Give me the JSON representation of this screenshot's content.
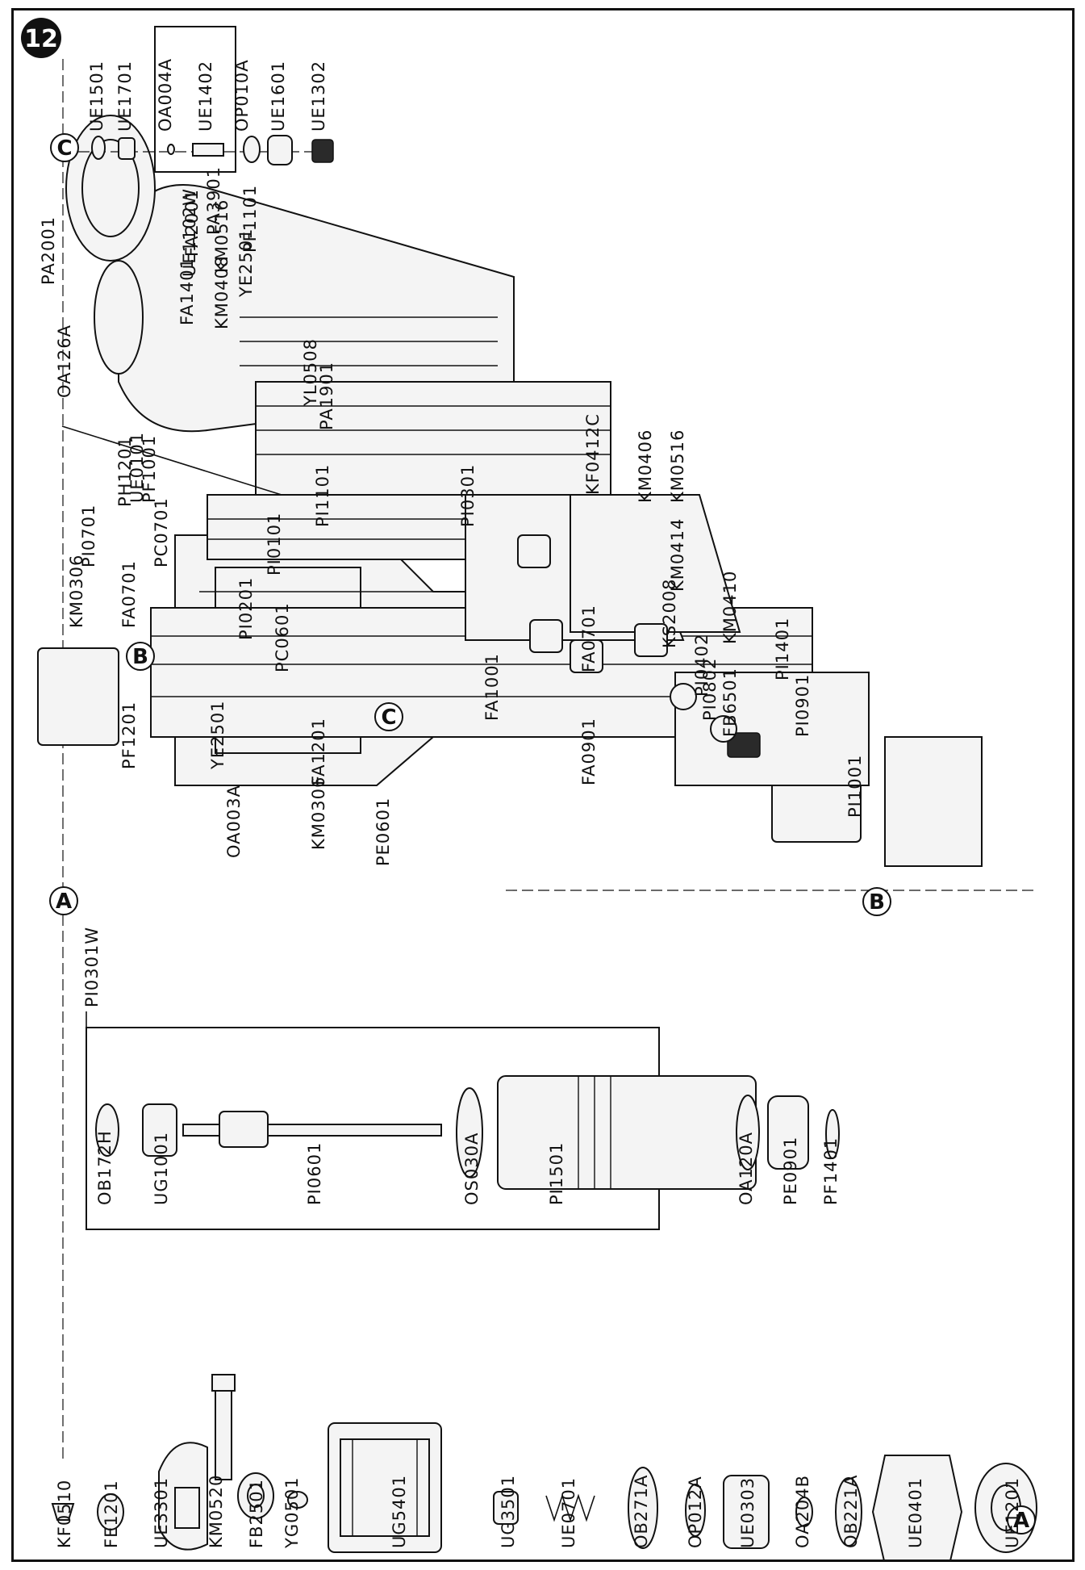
{
  "page_badge": "12",
  "reference_letters": {
    "a": "A",
    "b": "B",
    "c": "C"
  },
  "kit_labels": {
    "drive_kit": "PI0301W",
    "valve_kit": "UE1102W"
  },
  "parts": {
    "left_column": [
      "KF0510",
      "FE1201",
      "UE3301",
      "KM0520",
      "FB2501",
      "YG0501",
      "UG5401",
      "UG3501",
      "UE0701",
      "OB271A",
      "OP012A",
      "UE0303",
      "OA204B",
      "OB221A",
      "UE0401",
      "UE1201"
    ],
    "middle_column": [
      "OB172H",
      "UG1001",
      "PI0601",
      "OS030A",
      "PI1501",
      "OA120A",
      "PE0901",
      "PF1401"
    ],
    "body_group": [
      "OA003A",
      "PE0601",
      "UE0101",
      "YL0508",
      "PI1101",
      "PA1901",
      "OA126A",
      "PA2001",
      "FA1401",
      "KM0408",
      "FA2001",
      "YE2501",
      "PF1101",
      "PA3901",
      "KM0516"
    ],
    "valve_group": [
      "UE1501",
      "UE1701",
      "OA004A",
      "UE1402",
      "OP010A",
      "UE1601",
      "UE1302"
    ],
    "magazine_group": [
      "PI0101",
      "PI0701",
      "PH1201",
      "PF1001",
      "PC0701",
      "PC0601",
      "PI0201",
      "YE2501",
      "FA0701",
      "KM0306",
      "PF1201",
      "FA1201",
      "KM0306",
      "FA1001",
      "FA0901",
      "FA0701",
      "PI1001"
    ],
    "nose_group": [
      "PI0301",
      "KF0412C",
      "KS2008",
      "KM0406",
      "KM0516",
      "KM0414",
      "PI0402",
      "PI0802",
      "FB6501",
      "KM0410",
      "PI1401",
      "PI0901"
    ]
  }
}
